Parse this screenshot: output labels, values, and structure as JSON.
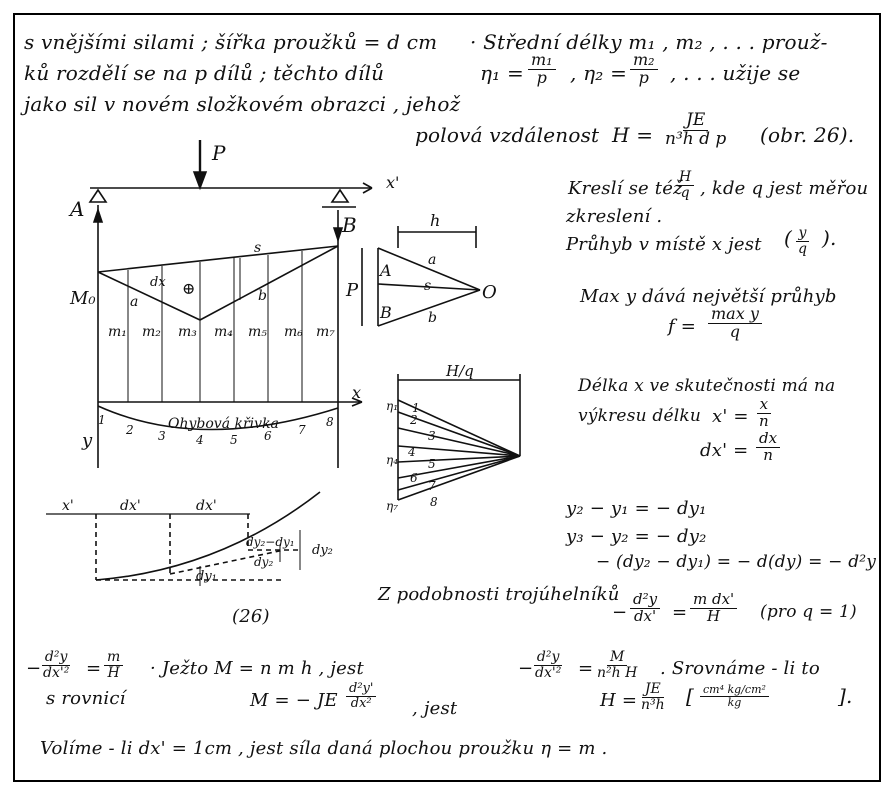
{
  "text": {
    "line1_left": "s vnějšími silami ; šířka proužků = d cm",
    "line1_right": "· Střední délky m₁ , m₂ , . . . prouž-",
    "line2_left": "ků rozdělí se na p dílů ; těchto dílů",
    "line2_eta1": "η₁ =",
    "frac_m1": {
      "num": "m₁",
      "den": "p"
    },
    "line2_eta2": ", η₂ =",
    "frac_m2": {
      "num": "m₂",
      "den": "p"
    },
    "line2_rest": ", . . . užije se",
    "line3": "jako sil v novém složkovém obrazci , jehož",
    "line4_left": "polová vzdálenost",
    "H_eq": "H =",
    "frac_H": {
      "num": "JE",
      "den": "n³h d p"
    },
    "obr_ref": "(obr. 26).",
    "r1": "Kreslí se též",
    "frac_Hq": {
      "num": "H",
      "den": "q"
    },
    "r1b": ", kde q jest měřou",
    "r2": "zkreslení .",
    "r3": "Průhyb v místě x jest",
    "frac_yq": {
      "num": "y",
      "den": "q"
    },
    "r4": "Max y dává největší průhyb",
    "f_eq": "f =",
    "frac_f": {
      "num": "max y",
      "den": "q"
    },
    "r5": "Délka x ve skutečnosti má na",
    "r6": "výkresu délku",
    "x_eq": "x' =",
    "frac_x": {
      "num": "x",
      "den": "n"
    },
    "dx_eq": "dx' =",
    "frac_dx": {
      "num": "dx",
      "den": "n"
    },
    "eq1": "y₂ − y₁ = − dy₁",
    "eq2": "y₃ − y₂ = − dy₂",
    "eq3": "− (dy₂ − dy₁) = − d(dy) = − d²y",
    "similar": "Z podobnosti trojúhelníků",
    "frac_d2y": {
      "num": "d²y",
      "den": "dx'"
    },
    "eq_mdx": "=",
    "frac_mdx": {
      "num": "m dx'",
      "den": "H"
    },
    "pro_q": "(pro q = 1)",
    "fig_label": "(26)",
    "b1_minus": "−",
    "frac_b1": {
      "num": "d²y",
      "den": "dx'²"
    },
    "b1_eq": "=",
    "frac_b1r": {
      "num": "m",
      "den": "H"
    },
    "b1_jezto": "· Ježto  M = n m h ,  jest",
    "b1_minus2": "−",
    "frac_b2": {
      "num": "d²y",
      "den": "dx'²"
    },
    "b2_eq": "=",
    "frac_b2r": {
      "num": "M",
      "den": "n²h H"
    },
    "b2_srov": ". Srovnáme - li to",
    "b3_rovnici": "s rovnicí",
    "b3_M": "M = − JE",
    "frac_b3": {
      "num": "d²y'",
      "den": "dx²"
    },
    "b3_jest": ", jest",
    "b3_H": "H =",
    "frac_b3H": {
      "num": "JE",
      "den": "n³h"
    },
    "frac_units": {
      "num": "cm⁴ kg/cm²",
      "den": "kg"
    },
    "bottom": "Volíme - li  dx' = 1cm ,  jest síla daná plochou proužku  η = m ."
  },
  "diagram": {
    "P": "P",
    "x_prime": "x'",
    "A": "A",
    "B": "B",
    "M0": "M₀",
    "s": "s",
    "dx": "dx",
    "plus": "⊕",
    "m1": "m₁",
    "m2": "m₂",
    "m3": "m₃",
    "m4": "m₄",
    "m5": "m₅",
    "m6": "m₆",
    "m7": "m₇",
    "a": "a",
    "b": "b",
    "x": "x",
    "y": "y",
    "nums": [
      "1",
      "2",
      "3",
      "4",
      "5",
      "6",
      "7",
      "8"
    ],
    "ohyb": "Ohybová křivka",
    "h": "h",
    "O": "O",
    "P2": "P",
    "A2": "A",
    "B2": "B",
    "a2": "a",
    "s2": "s",
    "b2": "b",
    "Hq": "H/q",
    "eta1": "η₁",
    "eta4": "η₄",
    "eta7": "η₇",
    "fan_nums": [
      "1",
      "2",
      "3",
      "4",
      "5",
      "6",
      "7",
      "8"
    ],
    "xp": "x'",
    "dxp1": "dx'",
    "dxp2": "dx'",
    "dy1": "dy₁",
    "dy2": "dy₂",
    "dy2mdy1": "dy₂−dy₁",
    "dyd": "dy₂"
  }
}
